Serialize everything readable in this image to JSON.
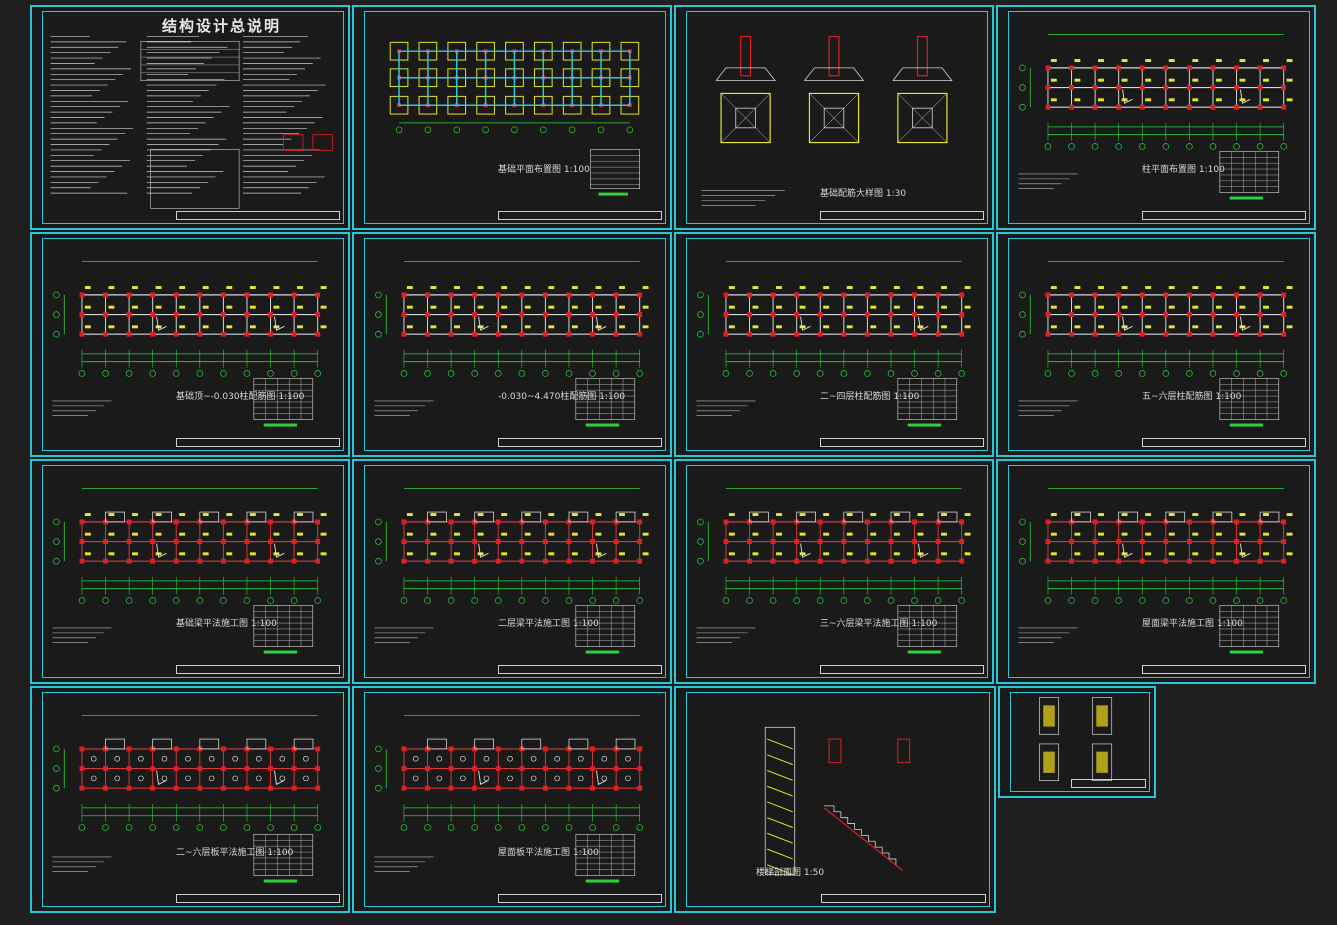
{
  "document": {
    "main_title": "结构设计总说明"
  },
  "sheets": [
    {
      "id": 1,
      "title": "",
      "kind": "notes"
    },
    {
      "id": 2,
      "title": "基础平面布置图",
      "scale": "1:100",
      "kind": "foundation"
    },
    {
      "id": 3,
      "title": "基础配筋大样图",
      "scale": "1:30",
      "kind": "footing"
    },
    {
      "id": 4,
      "title": "柱平面布置图",
      "scale": "1:100",
      "kind": "plan"
    },
    {
      "id": 5,
      "title": "基础顶~-0.030柱配筋图",
      "scale": "1:100",
      "kind": "plan"
    },
    {
      "id": 6,
      "title": "-0.030~4.470柱配筋图",
      "scale": "1:100",
      "kind": "plan"
    },
    {
      "id": 7,
      "title": "二~四层柱配筋图",
      "scale": "1:100",
      "kind": "plan"
    },
    {
      "id": 8,
      "title": "五~六层柱配筋图",
      "scale": "1:100",
      "kind": "plan"
    },
    {
      "id": 9,
      "title": "基础梁平法施工图",
      "scale": "1:100",
      "kind": "beam"
    },
    {
      "id": 10,
      "title": "二层梁平法施工图",
      "scale": "1:100",
      "kind": "beam"
    },
    {
      "id": 11,
      "title": "三~六层梁平法施工图",
      "scale": "1:100",
      "kind": "beam"
    },
    {
      "id": 12,
      "title": "屋面梁平法施工图",
      "scale": "1:100",
      "kind": "beam"
    },
    {
      "id": 13,
      "title": "二~六层板平法施工图",
      "scale": "1:100",
      "kind": "slab"
    },
    {
      "id": 14,
      "title": "屋面板平法施工图",
      "scale": "1:100",
      "kind": "slab"
    },
    {
      "id": 15,
      "title": "楼梯剖面图",
      "scale": "1:50",
      "kind": "stair"
    },
    {
      "id": 16,
      "title": "",
      "kind": "small"
    }
  ]
}
